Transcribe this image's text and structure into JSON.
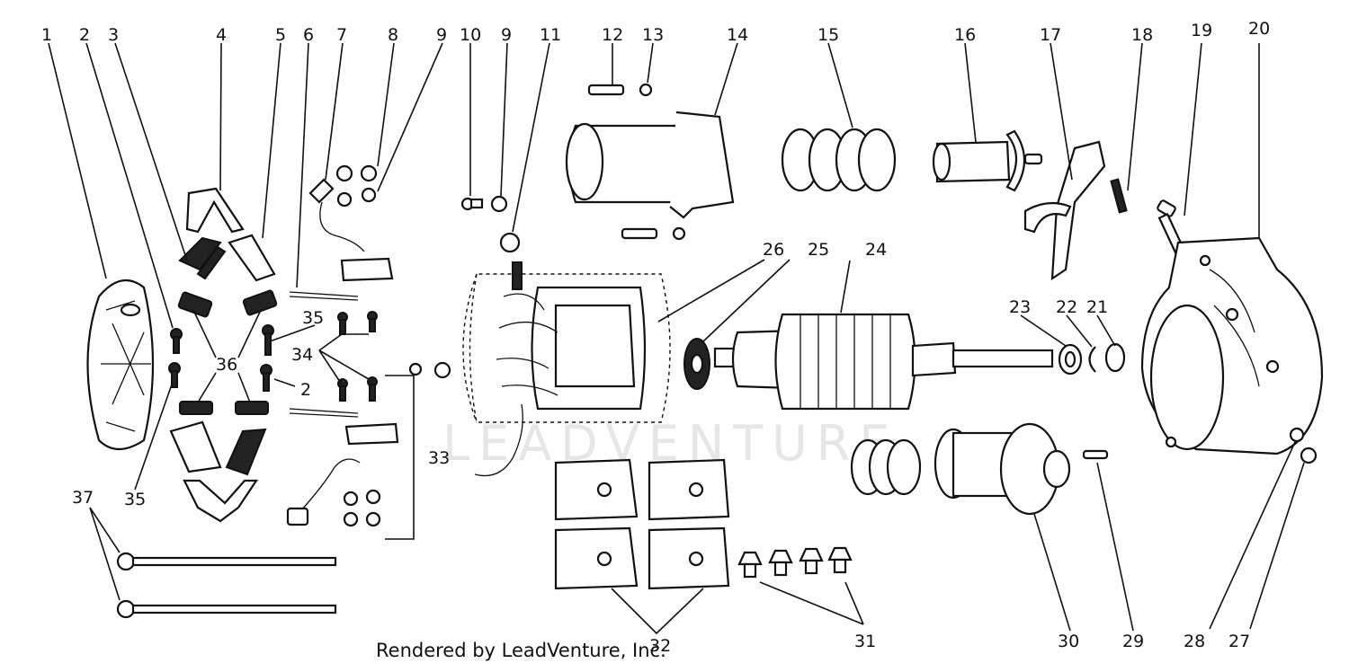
{
  "callouts": {
    "c1": "1",
    "c2a": "2",
    "c2b": "2",
    "c3": "3",
    "c4": "4",
    "c5": "5",
    "c6": "6",
    "c7": "7",
    "c8": "8",
    "c9a": "9",
    "c9b": "9",
    "c10": "10",
    "c11": "11",
    "c12": "12",
    "c13": "13",
    "c14": "14",
    "c15": "15",
    "c16": "16",
    "c17": "17",
    "c18": "18",
    "c19": "19",
    "c20": "20",
    "c21": "21",
    "c22": "22",
    "c23": "23",
    "c24": "24",
    "c25": "25",
    "c26": "26",
    "c27": "27",
    "c28": "28",
    "c29": "29",
    "c30": "30",
    "c31": "31",
    "c32": "32",
    "c33": "33",
    "c34": "34",
    "c35a": "35",
    "c35b": "35",
    "c36": "36",
    "c37": "37"
  },
  "watermark": "LEADVENTURE",
  "credit": "Rendered by LeadVenture, Inc."
}
